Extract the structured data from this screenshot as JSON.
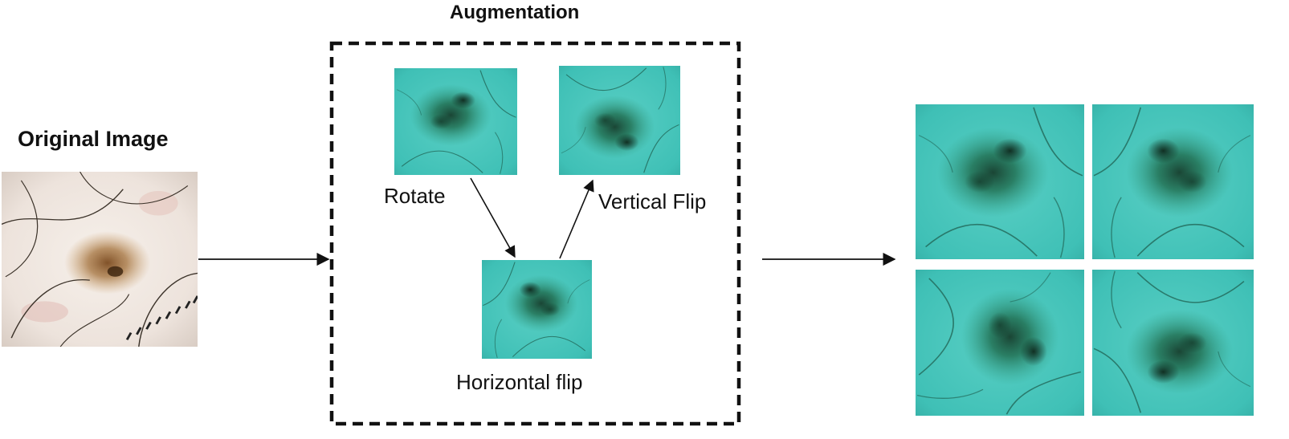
{
  "diagram": {
    "original": {
      "title": "Original Image"
    },
    "augmentation": {
      "title": "Augmentation",
      "steps": [
        {
          "id": "rotate",
          "label": "Rotate"
        },
        {
          "id": "vertical",
          "label": "Vertical Flip"
        },
        {
          "id": "horizontal",
          "label": "Horizontal flip"
        }
      ]
    },
    "output": {
      "tile_count": 4
    },
    "colors": {
      "original_background": "#f1e9e3",
      "lesion_brown": "#8a5a2b",
      "augmented_teal": "#3cc1b6",
      "lesion_dark_green": "#17402f",
      "arrow": "#111111",
      "box_border": "#111111"
    }
  }
}
